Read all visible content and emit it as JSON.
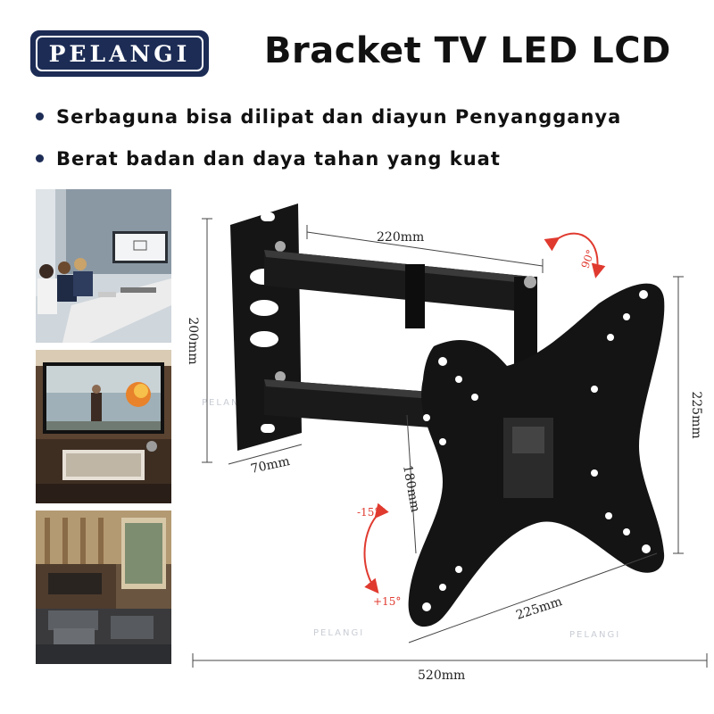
{
  "brand": {
    "logo_text": "PELANGI",
    "color": "#1c2c55"
  },
  "title": "Bracket TV LED LCD",
  "features": [
    "Serbaguna bisa dilipat dan diayun Penyangganya",
    "Berat badan dan daya tahan yang kuat"
  ],
  "photos": [
    {
      "name": "meeting-room-photo"
    },
    {
      "name": "home-theater-photo"
    },
    {
      "name": "living-room-photo"
    }
  ],
  "dimensions": {
    "arm_length": "220mm",
    "wall_plate_height": "200mm",
    "wall_plate_width": "70mm",
    "vesa_height": "225mm",
    "vesa_width": "225mm",
    "vesa_inner": "180mm",
    "total_extension": "520mm"
  },
  "angles": {
    "swivel": "90°",
    "tilt_up": "-15°",
    "tilt_down": "+15°"
  },
  "watermark": "PELANGI",
  "colors": {
    "rotation_arrow": "#e03a2f",
    "bracket": "#111111",
    "dimension_line": "#444444"
  }
}
